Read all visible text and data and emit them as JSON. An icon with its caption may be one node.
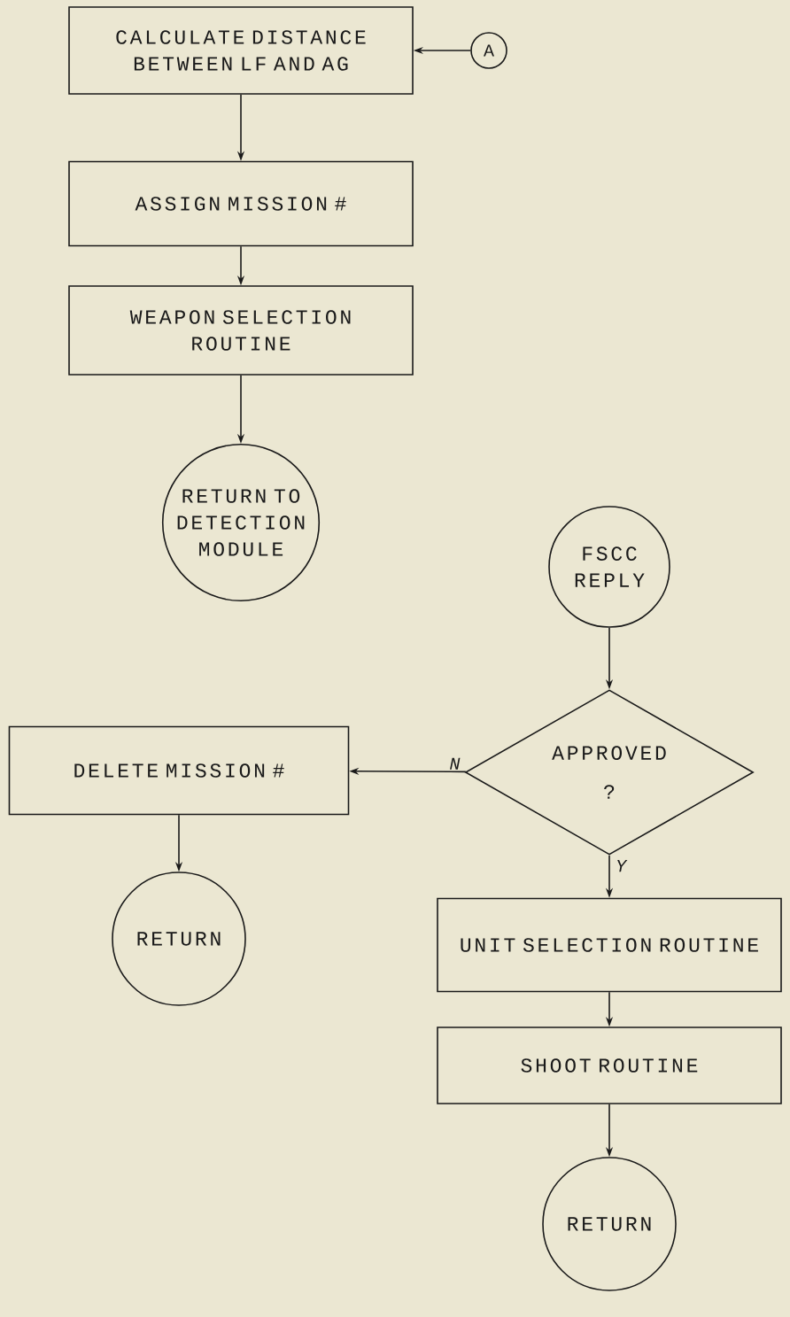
{
  "diagram": {
    "nodes": [
      {
        "text": [
          "CALCULATE DISTANCE BETWEEN LF AND AG"
        ]
      },
      {
        "text": [
          "A"
        ]
      },
      {
        "text": [
          "ASSIGN MISSION #"
        ]
      },
      {
        "text": [
          "WEAPON SELECTION ROUTINE"
        ]
      },
      {
        "text": [
          "RETURN TO DETECTION MODULE"
        ]
      },
      {
        "text": [
          "FSCC REPLY"
        ]
      },
      {
        "text": [
          "APPROVED",
          "?"
        ]
      },
      {
        "text": [
          "DELETE MISSION #"
        ]
      },
      {
        "text": [
          "RETURN"
        ]
      },
      {
        "text": [
          "UNIT SELECTION ROUTINE"
        ]
      },
      {
        "text": [
          "SHOOT ROUTINE"
        ]
      },
      {
        "text": [
          "RETURN"
        ]
      }
    ],
    "edges": [
      {
        "from": 1,
        "to": 0,
        "arrow": "to"
      },
      {
        "from": 0,
        "to": 2,
        "arrow": "to"
      },
      {
        "from": 2,
        "to": 3,
        "arrow": "to"
      },
      {
        "from": 3,
        "to": 4,
        "arrow": "to"
      },
      {
        "from": 5,
        "to": 6,
        "arrow": "to"
      },
      {
        "from": 6,
        "to": 7,
        "arrow": "to",
        "label": "N"
      },
      {
        "from": 7,
        "to": 8,
        "arrow": "to"
      },
      {
        "from": 6,
        "to": 9,
        "arrow": "to",
        "label": "Y"
      },
      {
        "from": 9,
        "to": 10,
        "arrow": "to"
      },
      {
        "from": 10,
        "to": 11,
        "arrow": "to"
      }
    ]
  }
}
